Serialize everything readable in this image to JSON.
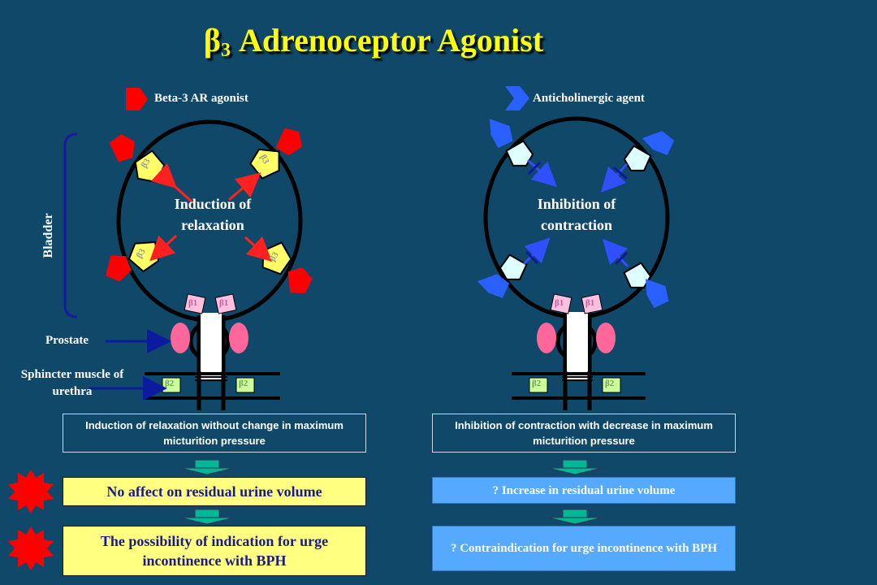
{
  "title": {
    "beta": "β",
    "sub": "3",
    "text": "Adrenoceptor Agonist"
  },
  "legend_left": "Beta-3 AR agonist",
  "legend_right": "Anticholinergic agent",
  "left_center": "Induction of relaxation",
  "right_center": "Inhibition of contraction",
  "bladder_label": "Bladder",
  "prostate_label": "Prostate",
  "sphincter_label": "Sphincter muscle of urethra",
  "receptor_labels": {
    "beta3": "β3",
    "beta1": "β1",
    "beta2": "β2"
  },
  "left_boxes": {
    "box1": "Induction of relaxation without change in maximum micturition pressure",
    "box2": "No affect on residual urine volume",
    "box3": "The possibility of indication for urge incontinence with BPH"
  },
  "right_boxes": {
    "box1": "Inhibition of contraction with decrease in maximum micturition pressure",
    "box2": "? Increase in residual urine volume",
    "box3": "? Contraindication for urge incontinence with BPH"
  },
  "colors": {
    "background": "#10486a",
    "title": "#ffff00",
    "agonist": "#ff0000",
    "anticholinergic": "#3366ff",
    "receptor_beta3": "#ffff66",
    "receptor_beta1": "#ffc0e0",
    "receptor_beta2": "#ccff99",
    "prostate": "#ff6699",
    "arrow_green": "#00b894",
    "box_yellow": "#ffff80",
    "box_blue": "#55aaff"
  }
}
